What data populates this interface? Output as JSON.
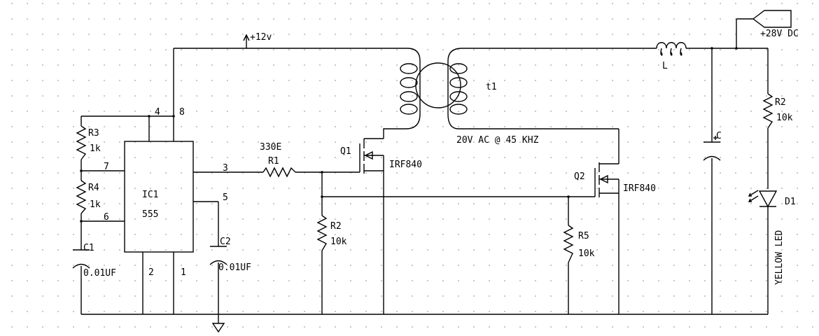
{
  "supply": {
    "vcc_label": "+12v",
    "input_label": "+28V DC"
  },
  "ic": {
    "ref": "IC1",
    "value": "555",
    "pins": {
      "p2": "2",
      "p1": "1",
      "p3": "3",
      "p4": "4",
      "p5": "5",
      "p6": "6",
      "p7": "7",
      "p8": "8"
    }
  },
  "resistors": {
    "r1": {
      "ref": "R1",
      "value": "330E"
    },
    "r2a": {
      "ref": "R2",
      "value": "10k"
    },
    "r2b": {
      "ref": "R2",
      "value": "10k"
    },
    "r3": {
      "ref": "R3",
      "value": "1k"
    },
    "r4": {
      "ref": "R4",
      "value": "1k"
    },
    "r5": {
      "ref": "R5",
      "value": "10k"
    }
  },
  "capacitors": {
    "c1": {
      "ref": "C1",
      "value": "0.01UF"
    },
    "c2": {
      "ref": "C2",
      "value": "0.01UF"
    },
    "c": {
      "ref": "C"
    }
  },
  "mosfets": {
    "q1": {
      "ref": "Q1",
      "part": "IRF840"
    },
    "q2": {
      "ref": "Q2",
      "part": "IRF840"
    }
  },
  "transformer": {
    "ref": "t1",
    "output_note": "20V AC @ 45 KHZ"
  },
  "inductor": {
    "ref": "L"
  },
  "led": {
    "ref": "D1",
    "color_label": "YELLOW LED"
  }
}
